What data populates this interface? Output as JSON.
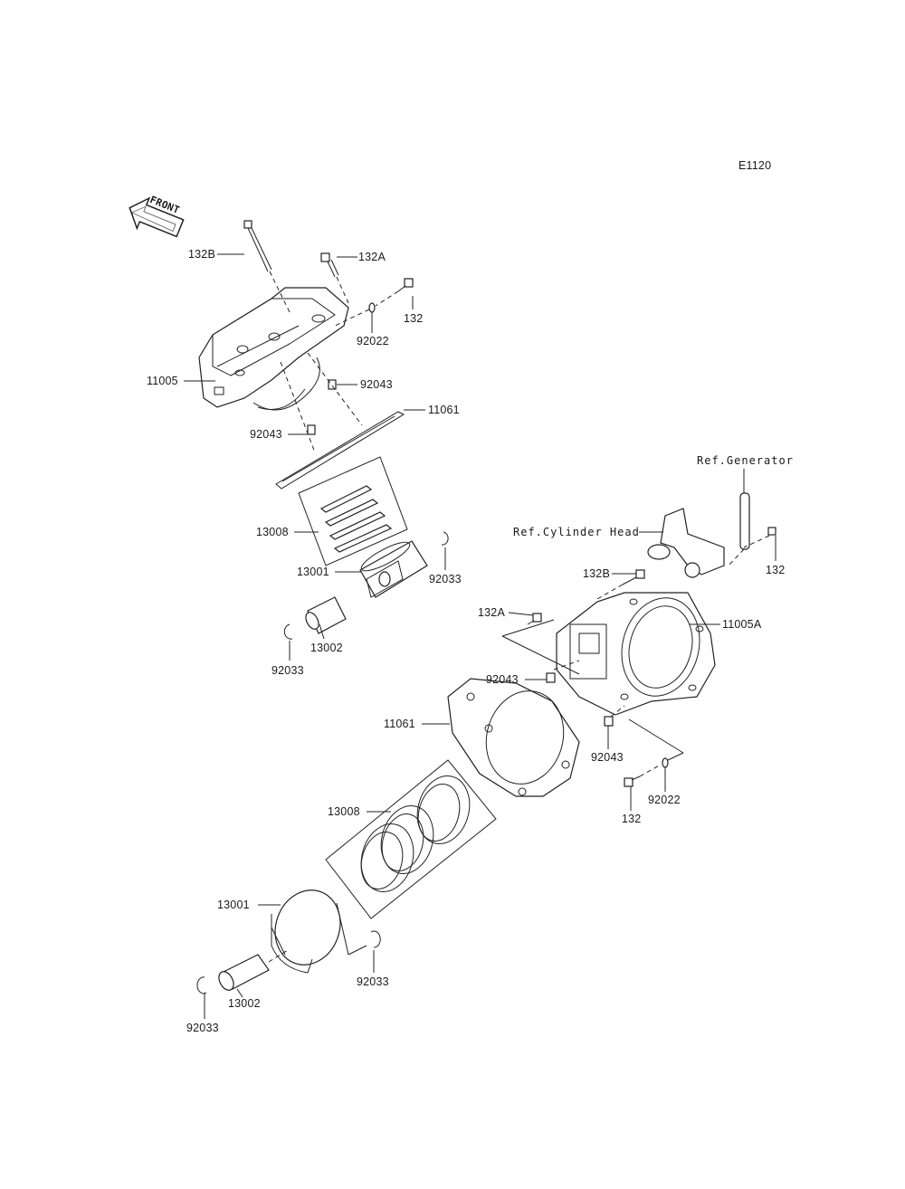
{
  "diagram_code": "E1120",
  "front_label": "FRONT",
  "labels": {
    "l132B_top": "132B",
    "l132A_top": "132A",
    "l132_top": "132",
    "l92022_top": "92022",
    "l11005": "11005",
    "l92043_top_r": "92043",
    "l11061_top": "11061",
    "l92043_top_l": "92043",
    "l13008_top": "13008",
    "l13001_top": "13001",
    "l92033_top_r": "92033",
    "l13002_top": "13002",
    "l92033_top_l": "92033",
    "ref_generator": "Ref.Generator",
    "ref_cyl_head": "Ref.Cylinder Head",
    "l132_right": "132",
    "l132B_mid": "132B",
    "l132A_mid": "132A",
    "l11005A": "11005A",
    "l92043_mid_l": "92043",
    "l11061_mid": "11061",
    "l92043_mid_r": "92043",
    "l92022_mid": "92022",
    "l132_mid": "132",
    "l13008_bot": "13008",
    "l13001_bot": "13001",
    "l92033_bot_r": "92033",
    "l13002_bot": "13002",
    "l92033_bot_l": "92033"
  }
}
